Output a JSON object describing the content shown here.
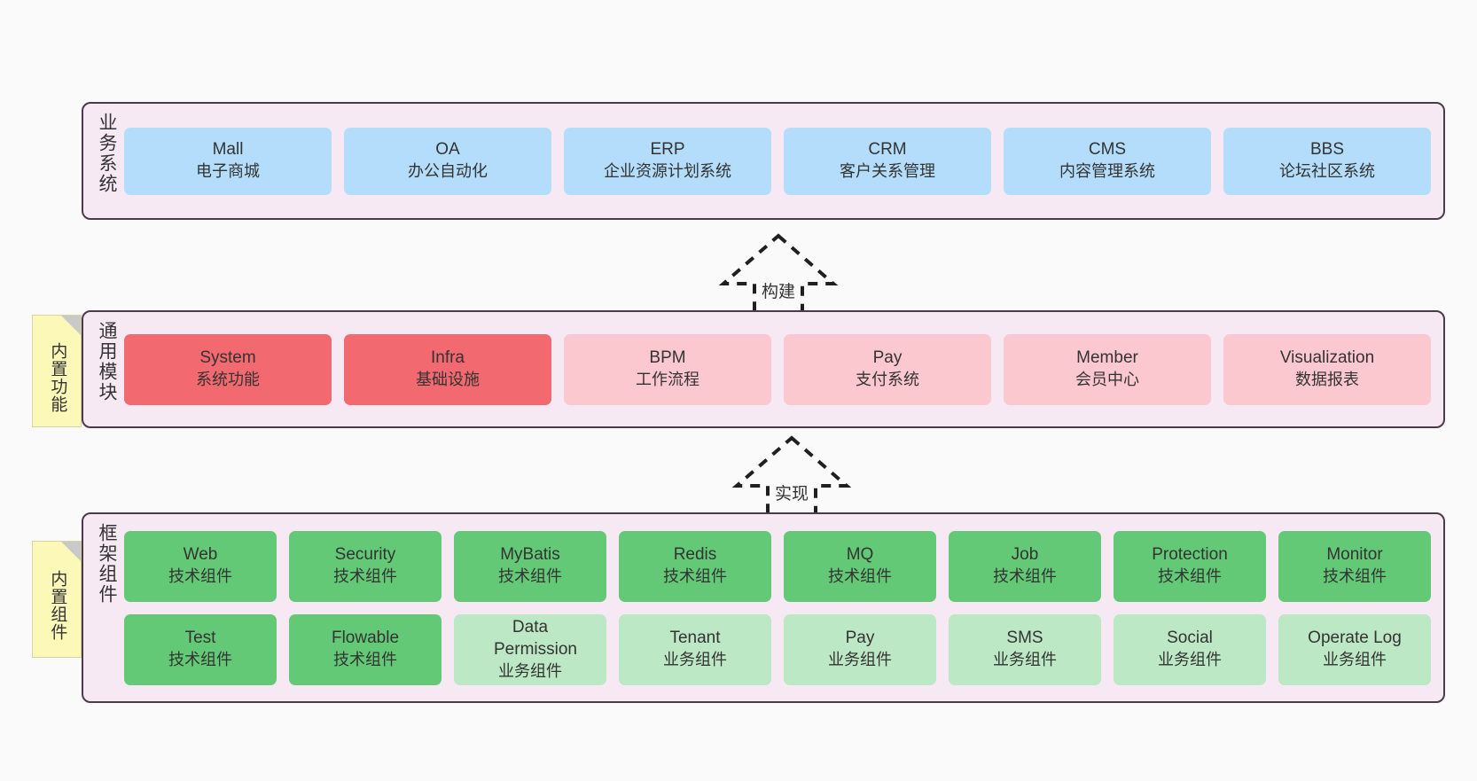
{
  "diagram": {
    "layers": [
      {
        "id": "business",
        "title": "业务系统",
        "note": null,
        "rows": [
          {
            "cards": [
              {
                "name": "Mall",
                "sub": "电子商城",
                "color": "blue"
              },
              {
                "name": "OA",
                "sub": "办公自动化",
                "color": "blue"
              },
              {
                "name": "ERP",
                "sub": "企业资源计划系统",
                "color": "blue"
              },
              {
                "name": "CRM",
                "sub": "客户关系管理",
                "color": "blue"
              },
              {
                "name": "CMS",
                "sub": "内容管理系统",
                "color": "blue"
              },
              {
                "name": "BBS",
                "sub": "论坛社区系统",
                "color": "blue"
              }
            ]
          }
        ]
      },
      {
        "id": "common",
        "title": "通用模块",
        "note": "内置功能",
        "rows": [
          {
            "cards": [
              {
                "name": "System",
                "sub": "系统功能",
                "color": "red"
              },
              {
                "name": "Infra",
                "sub": "基础设施",
                "color": "red"
              },
              {
                "name": "BPM",
                "sub": "工作流程",
                "color": "pink"
              },
              {
                "name": "Pay",
                "sub": "支付系统",
                "color": "pink"
              },
              {
                "name": "Member",
                "sub": "会员中心",
                "color": "pink"
              },
              {
                "name": "Visualization",
                "sub": "数据报表",
                "color": "pink"
              }
            ]
          }
        ]
      },
      {
        "id": "framework",
        "title": "框架组件",
        "note": "内置组件",
        "rows": [
          {
            "cards": [
              {
                "name": "Web",
                "sub": "技术组件",
                "color": "green"
              },
              {
                "name": "Security",
                "sub": "技术组件",
                "color": "green"
              },
              {
                "name": "MyBatis",
                "sub": "技术组件",
                "color": "green"
              },
              {
                "name": "Redis",
                "sub": "技术组件",
                "color": "green"
              },
              {
                "name": "MQ",
                "sub": "技术组件",
                "color": "green"
              },
              {
                "name": "Job",
                "sub": "技术组件",
                "color": "green"
              },
              {
                "name": "Protection",
                "sub": "技术组件",
                "color": "green"
              },
              {
                "name": "Monitor",
                "sub": "技术组件",
                "color": "green"
              }
            ]
          },
          {
            "cards": [
              {
                "name": "Test",
                "sub": "技术组件",
                "color": "green"
              },
              {
                "name": "Flowable",
                "sub": "技术组件",
                "color": "green"
              },
              {
                "name": "Data Permission",
                "sub": "业务组件",
                "color": "lightgreen"
              },
              {
                "name": "Tenant",
                "sub": "业务组件",
                "color": "lightgreen"
              },
              {
                "name": "Pay",
                "sub": "业务组件",
                "color": "lightgreen"
              },
              {
                "name": "SMS",
                "sub": "业务组件",
                "color": "lightgreen"
              },
              {
                "name": "Social",
                "sub": "业务组件",
                "color": "lightgreen"
              },
              {
                "name": "Operate Log",
                "sub": "业务组件",
                "color": "lightgreen"
              }
            ]
          }
        ]
      }
    ],
    "arrows": [
      {
        "id": "build",
        "label": "构建"
      },
      {
        "id": "implement",
        "label": "实现"
      }
    ],
    "colors": {
      "panel_background": "#f7e9f4",
      "panel_border": "#4a3b4a",
      "blue": "#b3ddfb",
      "red": "#f2696f",
      "pink": "#fcc8cf",
      "green": "#63c977",
      "lightgreen": "#bce8c5",
      "note_background": "#fbf8b8",
      "note_fold": "#c9c9c9",
      "page_background": "#fafafa",
      "text": "#333333"
    }
  }
}
